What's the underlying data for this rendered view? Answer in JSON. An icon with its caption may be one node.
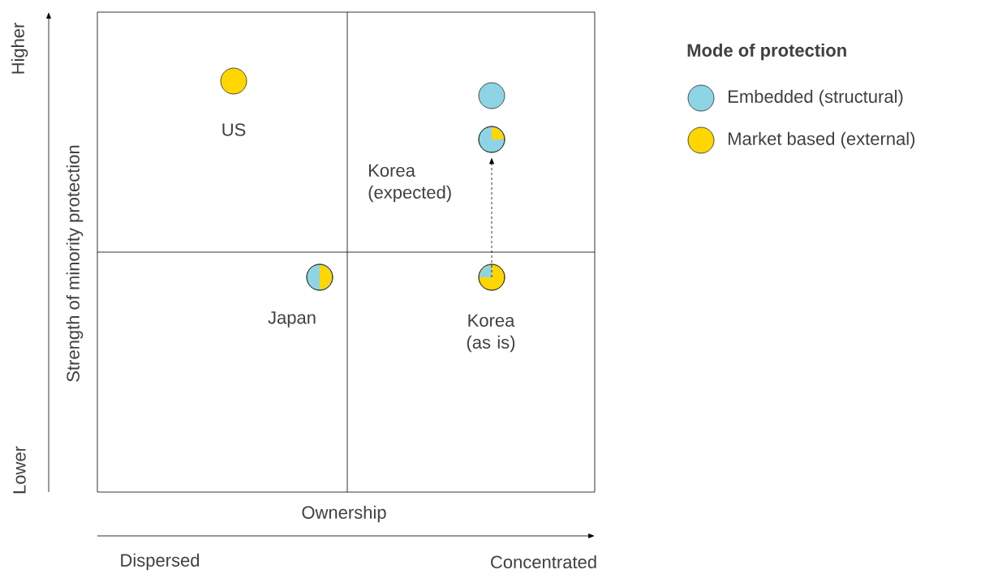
{
  "diagram": {
    "nodes": [
      {
        "text": [],
        "shape": "circle",
        "beside": [
          "US"
        ]
      },
      {
        "text": [],
        "shape": "circle"
      },
      {
        "text": [],
        "shape": "circle",
        "beside": [
          "Korea (expected)"
        ]
      },
      {
        "text": [],
        "shape": "circle",
        "beside": [
          "Japan"
        ]
      },
      {
        "text": [],
        "shape": "circle",
        "beside": [
          "Korea (as is)"
        ]
      }
    ],
    "edges": [
      {
        "from": 4,
        "to": 2,
        "arrow": "to",
        "style": "dashed"
      }
    ],
    "labels": [
      "Higher",
      "Strength of minority protection",
      "Lower",
      "Ownership",
      "Dispersed",
      "Concentrated",
      "Mode of protection"
    ],
    "legend": [
      {
        "text": "Embedded (structural)",
        "color": "#8dd5e4"
      },
      {
        "text": "Market based (external)",
        "color": "#ffd600"
      }
    ]
  }
}
